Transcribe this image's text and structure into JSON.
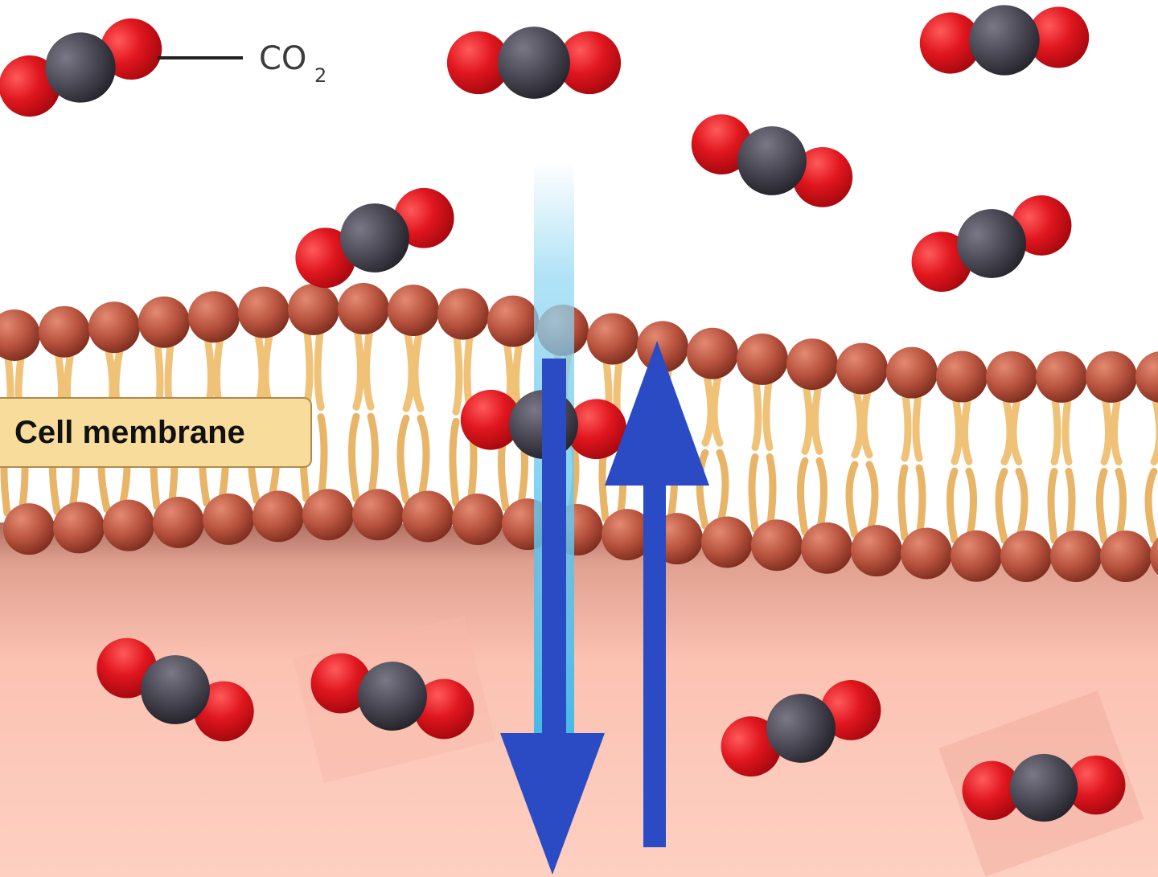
{
  "legend": {
    "label": "CO",
    "subscript": "2"
  },
  "membrane_label": "Cell membrane",
  "colors": {
    "oxygen": "#e0161e",
    "carbon": "#4a4854",
    "head": "#b8533e",
    "tail": "#f0c278",
    "cytoplasm": "#fcc8b8",
    "arrow": "#2a4bc4",
    "label_bg": "#f8dc9c",
    "channel": "#8fd6f2"
  },
  "icons": [
    "co2-molecule-icon",
    "arrow-down-icon",
    "arrow-up-icon"
  ]
}
